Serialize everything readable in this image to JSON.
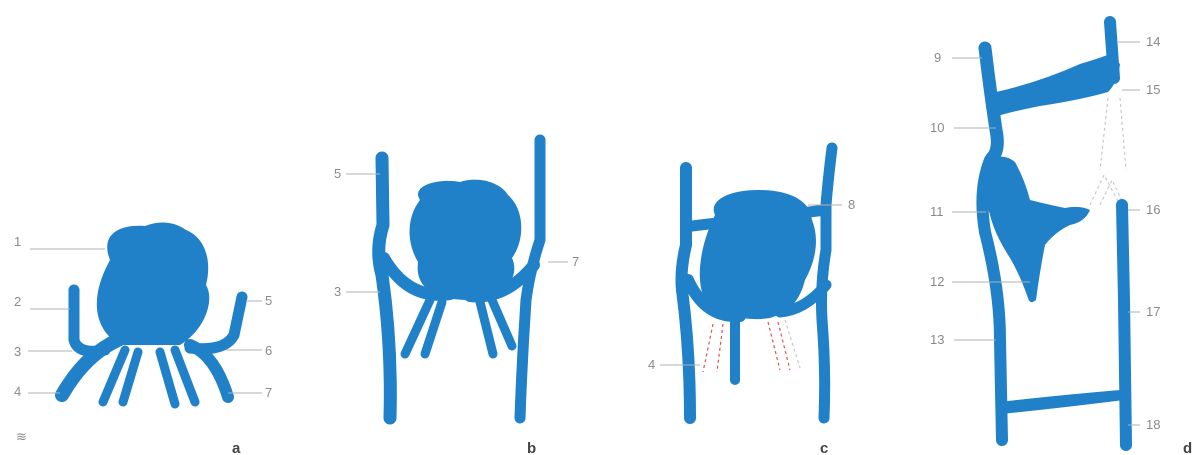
{
  "colors": {
    "vessel": "#2080c8",
    "label": "#8a8a8a",
    "panel_letter": "#444444",
    "leader": "#b0b0b0",
    "dashed_segment": "#c8c8c8",
    "dashed_red": "#e05050"
  },
  "panels": {
    "a": {
      "letter": "a",
      "corner_mark": "≋",
      "labels": [
        "1",
        "2",
        "3",
        "4",
        "5",
        "6",
        "7"
      ]
    },
    "b": {
      "letter": "b",
      "labels": [
        "5",
        "3",
        "7"
      ]
    },
    "c": {
      "letter": "c",
      "labels": [
        "8",
        "4"
      ]
    },
    "d": {
      "letter": "d",
      "labels": [
        "9",
        "10",
        "11",
        "12",
        "13",
        "14",
        "15",
        "16",
        "17",
        "18"
      ]
    }
  }
}
